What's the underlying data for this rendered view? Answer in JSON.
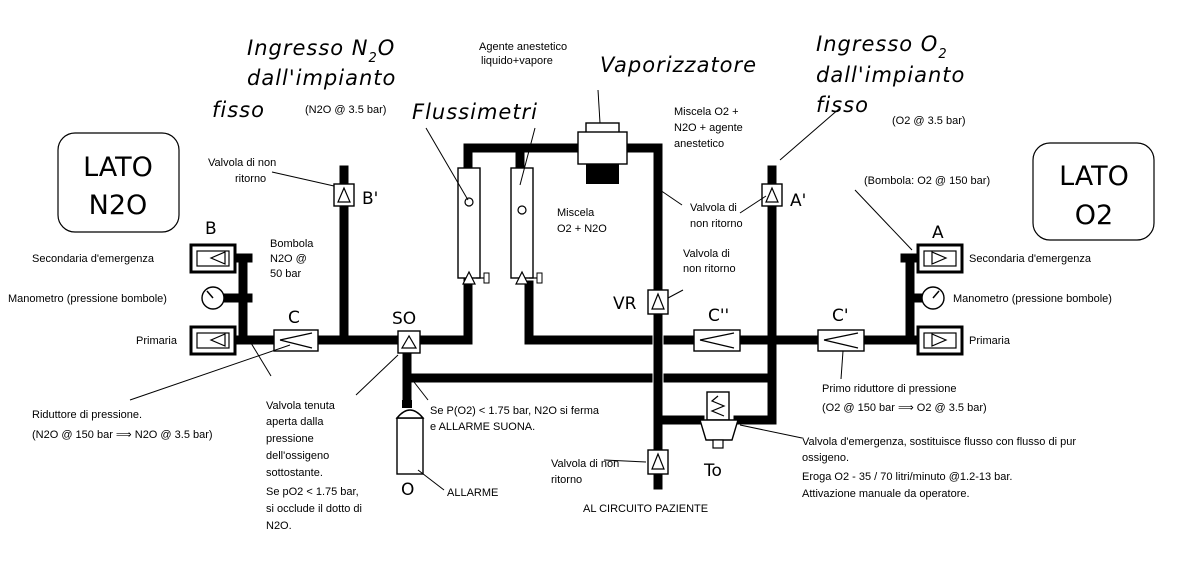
{
  "sides": {
    "n2o": {
      "line1": "LATO",
      "line2": "N2O"
    },
    "o2": {
      "line1": "LATO",
      "line2": "O2"
    }
  },
  "titles": {
    "ingresso_n2o": [
      "Ingresso N",
      "dall'impianto",
      "fisso"
    ],
    "n2o_sub": "2",
    "n2o_sub_tail": "O",
    "n2o_pressure": "(N2O @ 3.5 bar)",
    "ingresso_o2": [
      "Ingresso O",
      "dall'impianto",
      "fisso"
    ],
    "o2_sub": "2",
    "o2_pressure": "(O2 @ 3.5 bar)",
    "flussimetri": "Flussimetri",
    "vaporizzatore": "Vaporizzatore"
  },
  "component_labels": {
    "B": "B",
    "B_prime": "B'",
    "C": "C",
    "SO": "SO",
    "O": "O",
    "VR": "VR",
    "C_double": "C''",
    "C_prime": "C'",
    "A_prime": "A'",
    "A": "A",
    "To": "To"
  },
  "notes": {
    "agente": [
      "Agente anestetico",
      "liquido+vapore"
    ],
    "valvola_non_ritorno_left": [
      "Valvola di non",
      "ritorno"
    ],
    "bombola_n2o": [
      "Bombola",
      "N2O @",
      "50 bar"
    ],
    "miscela": [
      "Miscela",
      "O2 + N2O"
    ],
    "miscela_agente": [
      "Miscela O2 +",
      "N2O + agente",
      "anestetico"
    ],
    "valvola_non_ritorno_mid": [
      "Valvola di",
      "non ritorno"
    ],
    "valvola_non_ritorno_vr": [
      "Valvola di",
      "non ritorno"
    ],
    "bombola_o2": "(Bombola: O2 @ 150 bar)",
    "secondaria_left": "Secondaria d'emergenza",
    "manometro_left": "Manometro (pressione bombole)",
    "primaria_left": "Primaria",
    "secondaria_right": "Secondaria d'emergenza",
    "manometro_right": "Manometro (pressione bombole)",
    "primaria_right": "Primaria",
    "riduttore_n2o": [
      "Riduttore di pressione.",
      "(N2O @ 150 bar ⟹ N2O @ 3.5 bar)"
    ],
    "valvola_tenuta": [
      "Valvola tenuta",
      "aperta dalla",
      "pressione",
      "dell'ossigeno",
      "sottostante.",
      "Se pO2 < 1.75 bar,",
      "si occlude il dotto di",
      "N2O."
    ],
    "se_po2": [
      "Se P(O2) < 1.75 bar, N2O si ferma",
      "e ALLARME SUONA."
    ],
    "allarme": "ALLARME",
    "valvola_non_ritorno_bottom": [
      "Valvola di non",
      "ritorno"
    ],
    "circuito": "AL CIRCUITO PAZIENTE",
    "primo_riduttore": [
      "Primo riduttore di pressione",
      "(O2 @ 150 bar ⟹ O2 @ 3.5 bar)"
    ],
    "valvola_emergenza": [
      "Valvola d'emergenza, sostituisce flusso con flusso di pur",
      "ossigeno.",
      "Eroga O2 - 35 / 70 litri/minuto @1.2-13 bar.",
      "Attivazione manuale da operatore."
    ]
  }
}
